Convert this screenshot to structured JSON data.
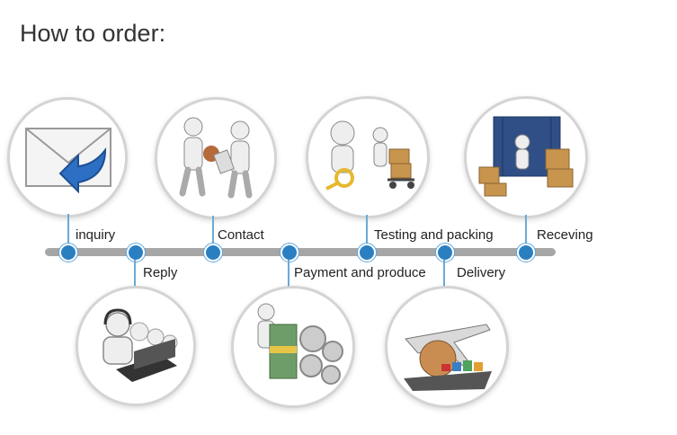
{
  "title": "How to order:",
  "steps": [
    {
      "label": "inquiry",
      "icon": "envelope-reply-icon"
    },
    {
      "label": "Reply",
      "icon": "call-center-icon"
    },
    {
      "label": "Contact",
      "icon": "handshake-figures-icon"
    },
    {
      "label": "Payment and produce",
      "icon": "money-gears-icon"
    },
    {
      "label": "Testing and packing",
      "icon": "inspection-boxes-icon"
    },
    {
      "label": "Delivery",
      "icon": "plane-ship-globe-icon"
    },
    {
      "label": "Receving",
      "icon": "container-boxes-icon"
    }
  ],
  "colors": {
    "dot": "#2a7fc1",
    "bar": "#a6a6a6",
    "stem": "#6aaad8",
    "ring": "#d4d4d4"
  }
}
